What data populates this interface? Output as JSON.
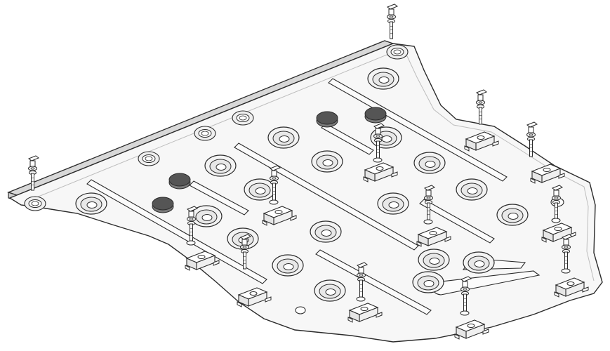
{
  "drawing": {
    "style": "isometric line drawing",
    "colors": {
      "line": "#2b2b2b",
      "plate_fill": "#f6f6f6",
      "plate_edge": "#d8d8d8",
      "plug_fill": "#555555",
      "background": "#ffffff"
    },
    "icons": [
      "skid-plate",
      "bolt",
      "washer",
      "bracket",
      "clip-nut",
      "rubber-plug",
      "embossed-hole",
      "slot"
    ]
  }
}
